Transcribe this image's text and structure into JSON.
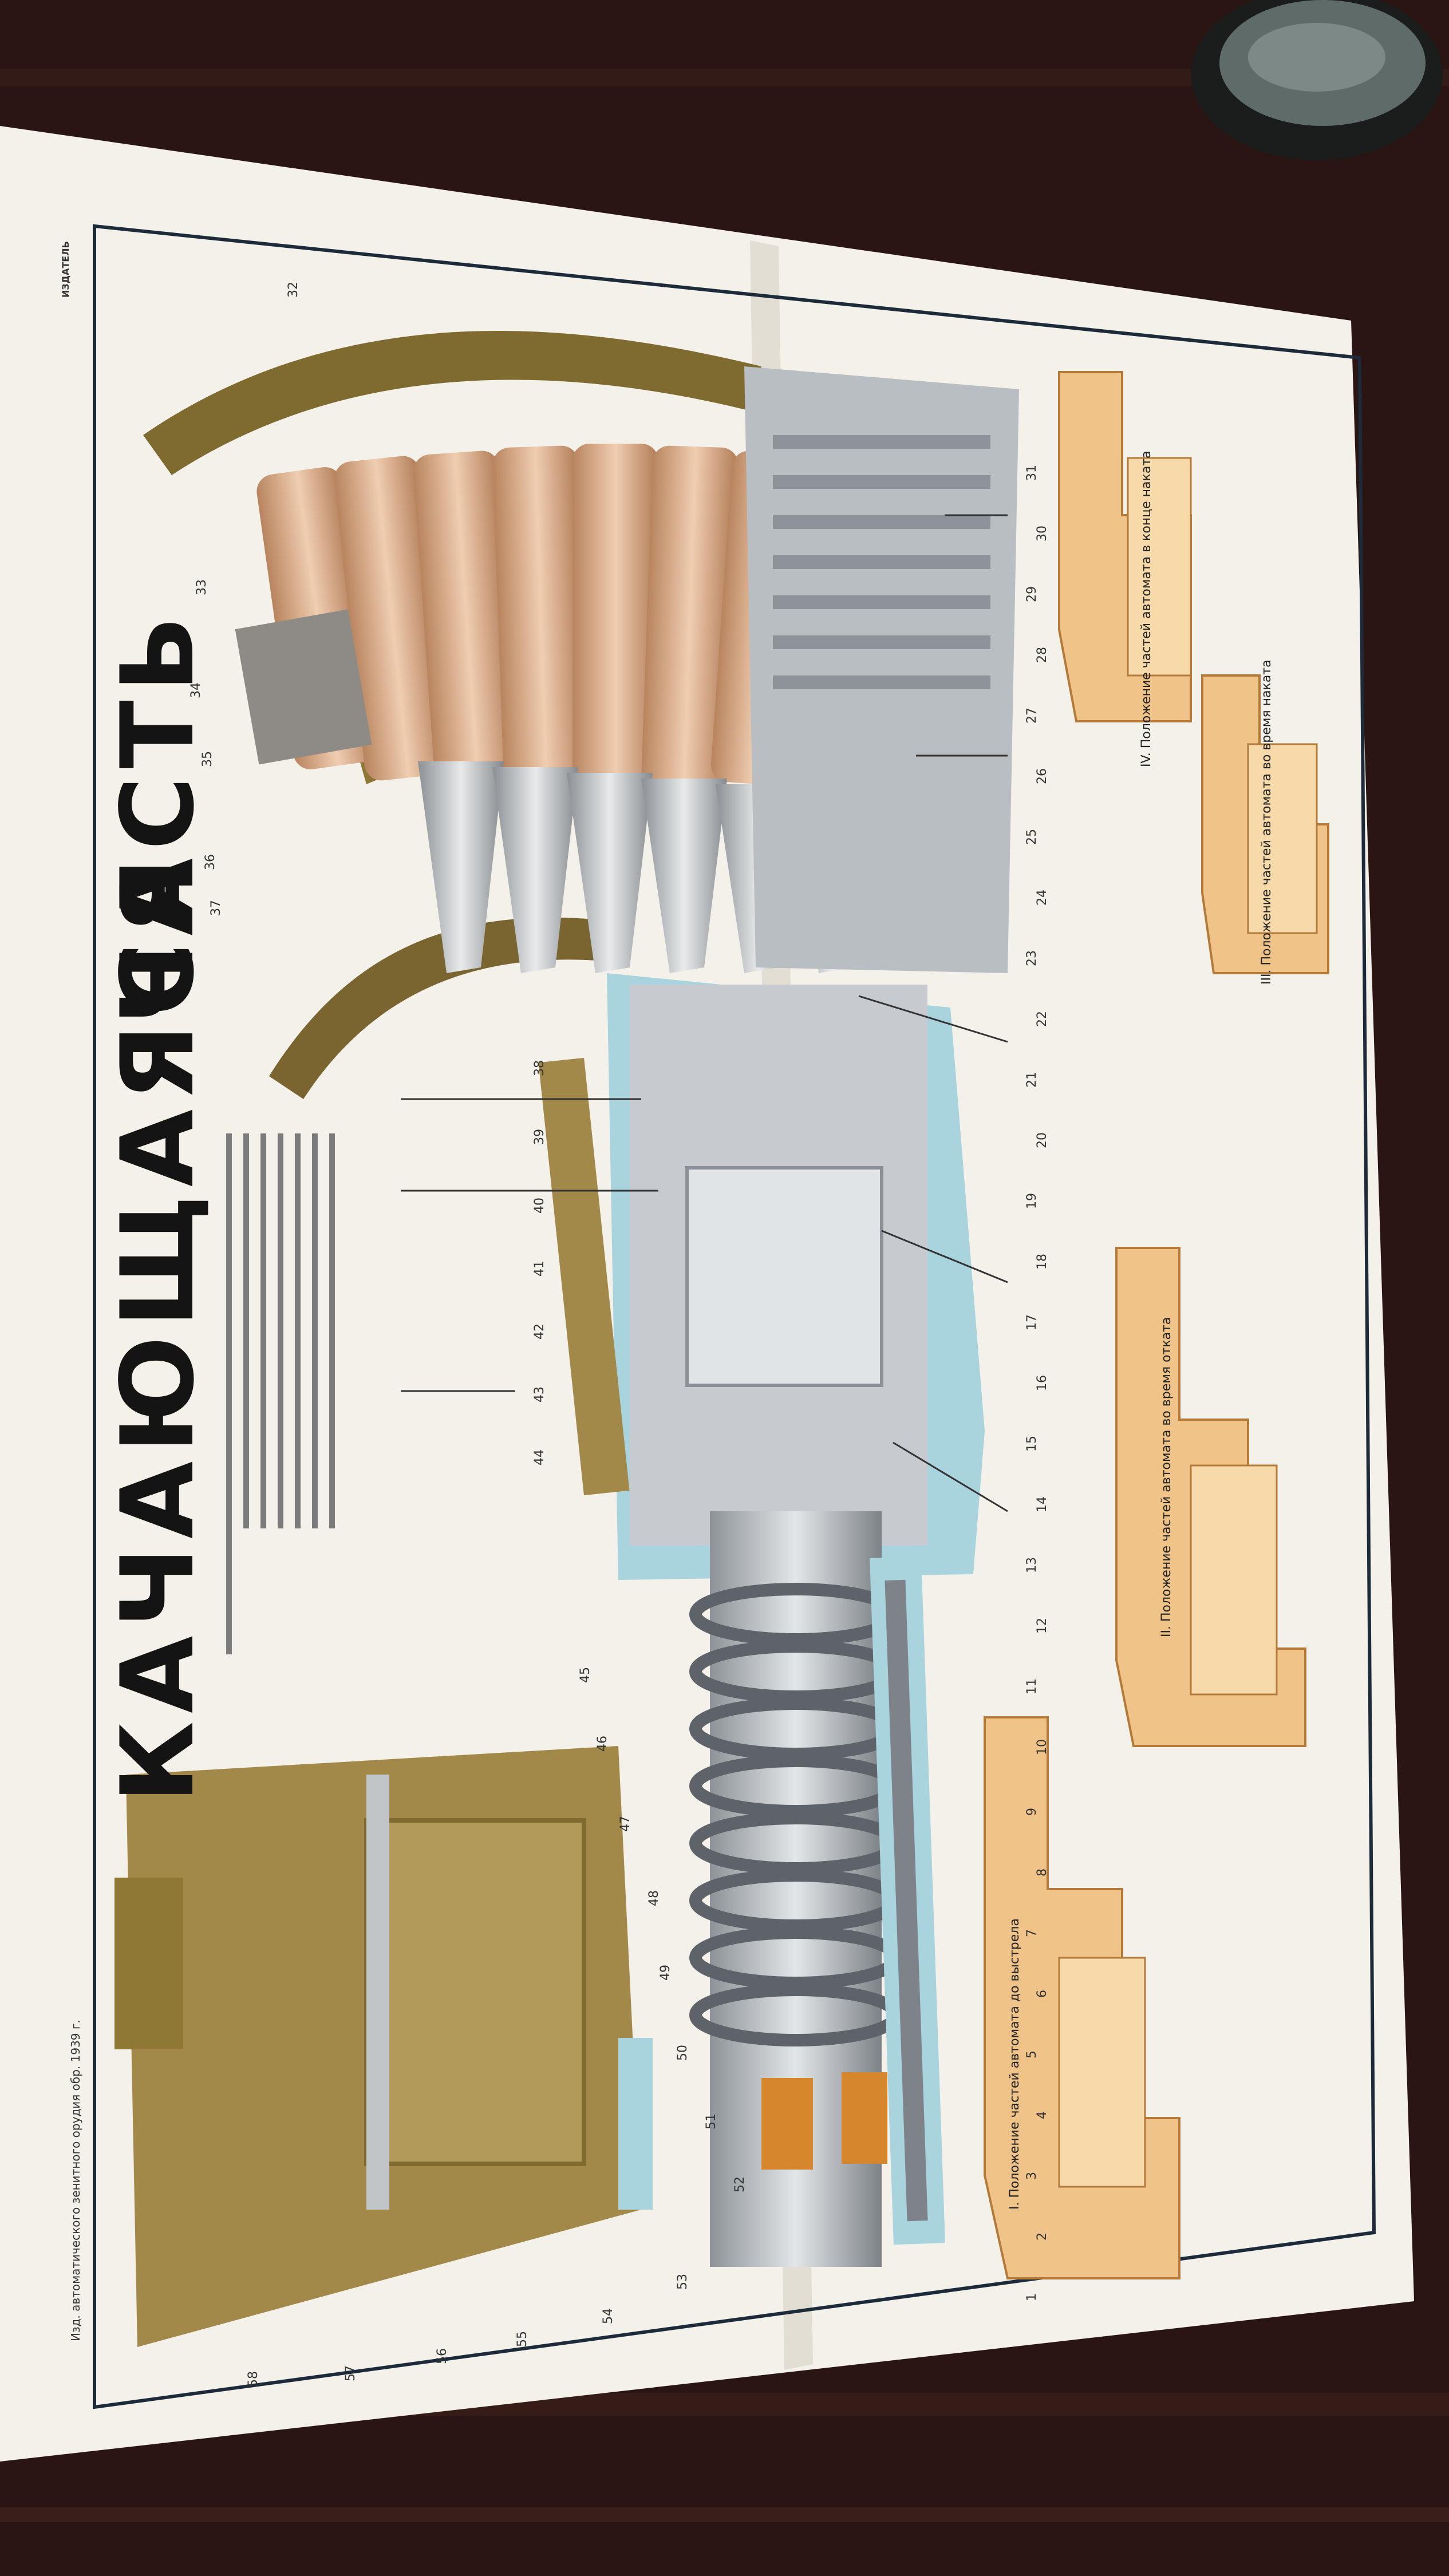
{
  "poster": {
    "title_main": "КАЧАЮЩАЯСЯ",
    "title_second": "ЧАСТЬ",
    "header_note": "Изд. автоматического зенитного орудия обр. 1939 г.",
    "corner_tag": "ИЗДАТЕЛЬ"
  },
  "panels": {
    "caption_1": "I. Положение частей автомата до выстрела",
    "caption_2": "II. Положение частей автомата во время отката",
    "caption_3": "III. Положение частей автомата во время наката",
    "caption_4": "IV. Положение частей автомата в конце наката"
  },
  "part_numbers": [
    "1",
    "2",
    "3",
    "4",
    "5",
    "6",
    "7",
    "8",
    "9",
    "10",
    "11",
    "12",
    "13",
    "14",
    "15",
    "16",
    "17",
    "18",
    "19",
    "20",
    "21",
    "22",
    "23",
    "24",
    "25",
    "26",
    "27",
    "28",
    "29",
    "30",
    "31",
    "32",
    "33",
    "34",
    "35",
    "36",
    "37",
    "38",
    "39",
    "40",
    "41",
    "42",
    "43",
    "44",
    "45",
    "46",
    "47",
    "48",
    "49",
    "50",
    "51",
    "52",
    "53",
    "54",
    "55",
    "56",
    "57",
    "58"
  ],
  "colors": {
    "table": "#2a1512",
    "paper": "#f3f1ea",
    "ochre": "#a2894a",
    "khaki": "#7f6a30",
    "copper": "#d9ae8c",
    "steel": "#b9bec3",
    "light_blue": "#a9d3dd",
    "diagram_orange": "#f0c489",
    "frame": "#1d2a3a",
    "metal_tin": "#5f6b68"
  }
}
